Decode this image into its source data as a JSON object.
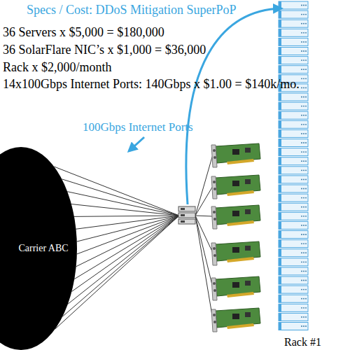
{
  "diagram": {
    "title": "Specs / Cost: DDoS Mitigation SuperPoP",
    "nodes": [
      {
        "text": [
          "Carrier ABC"
        ]
      }
    ],
    "labels": [
      "36 Servers x $5,000 = $180,000",
      "36 SolarFlare NIC’s x $1,000 = $36,000",
      "Rack x $2,000/month",
      "14x100Gbps Internet Ports: 140Gbps x $1.00 = $140k/mo.",
      "100Gbps Internet Ports",
      "Rack #1"
    ]
  }
}
